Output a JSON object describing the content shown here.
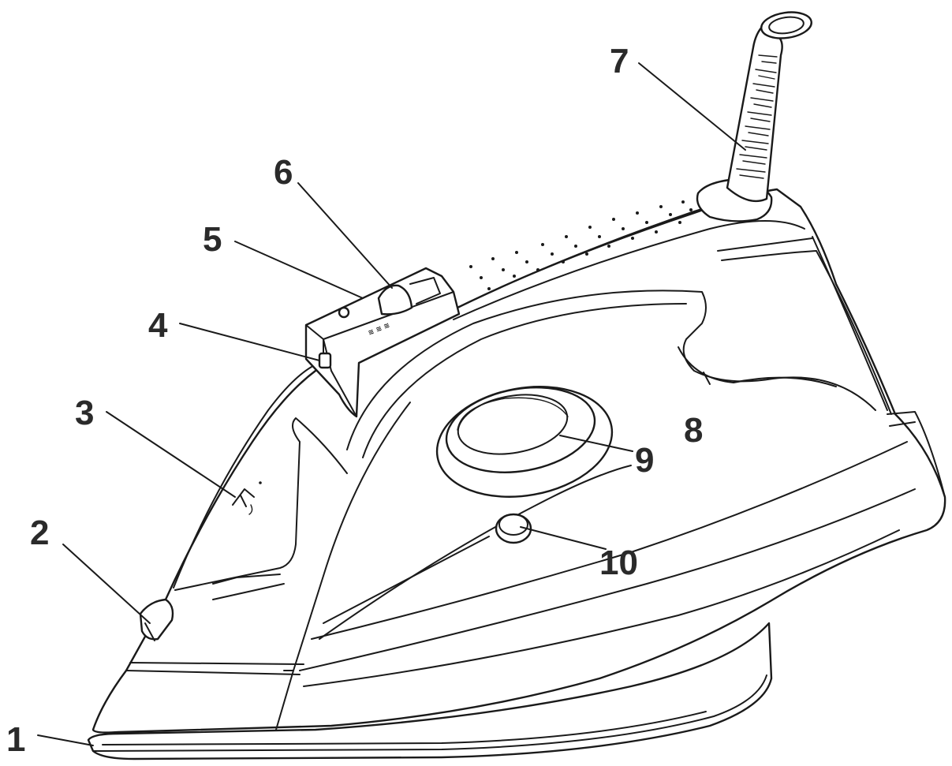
{
  "diagram": {
    "subject": "steam iron",
    "callouts": [
      {
        "id": "1",
        "label": "1"
      },
      {
        "id": "2",
        "label": "2"
      },
      {
        "id": "3",
        "label": "3"
      },
      {
        "id": "4",
        "label": "4"
      },
      {
        "id": "5",
        "label": "5"
      },
      {
        "id": "6",
        "label": "6"
      },
      {
        "id": "7",
        "label": "7"
      },
      {
        "id": "8",
        "label": "8"
      },
      {
        "id": "9",
        "label": "9"
      },
      {
        "id": "10",
        "label": "10"
      }
    ],
    "colors": {
      "line": "#1a1a1a",
      "callout": "#2a2a2a",
      "background": "#ffffff"
    }
  }
}
